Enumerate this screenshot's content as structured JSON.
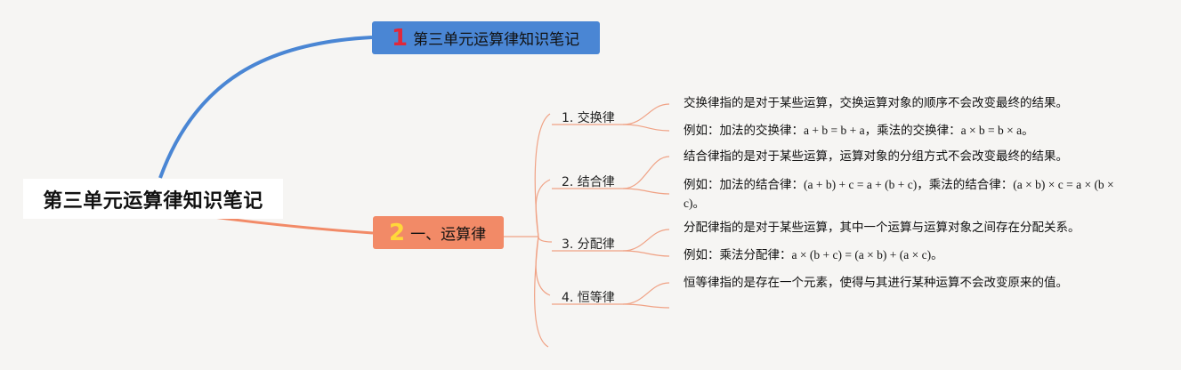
{
  "root": {
    "title": "第三单元运算律知识笔记"
  },
  "topics": [
    {
      "num": "1",
      "label": "第三单元运算律知识笔记"
    },
    {
      "num": "2",
      "label": "一、运算律"
    }
  ],
  "laws": [
    {
      "label": "1. 交换律",
      "notes": [
        "交换律指的是对于某些运算，交换运算对象的顺序不会改变最终的结果。",
        "例如：加法的交换律：a + b = b + a，乘法的交换律：a × b = b × a。"
      ]
    },
    {
      "label": "2. 结合律",
      "notes": [
        "结合律指的是对于某些运算，运算对象的分组方式不会改变最终的结果。",
        "例如：加法的结合律：(a + b) + c = a + (b + c)，乘法的结合律：(a × b) × c = a × (b × c)。"
      ]
    },
    {
      "label": "3. 分配律",
      "notes": [
        "分配律指的是对于某些运算，其中一个运算与运算对象之间存在分配关系。",
        "例如：乘法分配律：a × (b + c) = (a × b) + (a × c)。"
      ]
    },
    {
      "label": "4. 恒等律",
      "notes": [
        "恒等律指的是存在一个元素，使得与其进行某种运算不会改变原来的值。"
      ]
    }
  ],
  "colors": {
    "topic1": "#4a86d4",
    "topic2": "#f28a67",
    "branch": "#f0a285"
  }
}
